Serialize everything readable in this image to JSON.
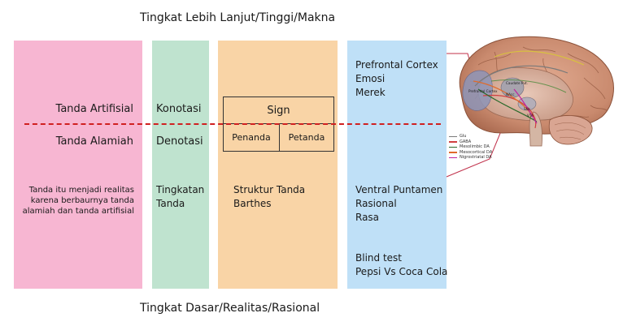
{
  "top_heading": "Tingkat Lebih Lanjut/Tinggi/Makna",
  "bottom_heading": "Tingkat Dasar/Realitas/Rasional",
  "col1": {
    "upper": "Tanda Artifisial",
    "lower": "Tanda Alamiah",
    "desc_line1": "Tanda itu menjadi realitas",
    "desc_line2": "karena berbaurnya tanda",
    "desc_line3": "alamiah dan tanda artifisial"
  },
  "col2": {
    "upper": "Konotasi",
    "lower": "Denotasi",
    "desc_line1": "Tingkatan",
    "desc_line2": "Tanda"
  },
  "col3": {
    "sign": "Sign",
    "penanda": "Penanda",
    "petanda": "Petanda",
    "desc_line1": "Struktur Tanda",
    "desc_line2": "Barthes"
  },
  "col4": {
    "upper_line1": "Prefrontal Cortex",
    "upper_line2": "Emosi",
    "upper_line3": "Merek",
    "mid_line1": "Ventral Puntamen",
    "mid_line2": "Rasional",
    "mid_line3": "Rasa",
    "bottom_line1": "Blind test",
    "bottom_line2": "Pepsi Vs Coca Cola"
  },
  "brain": {
    "labels": {
      "prefrontal": "Prefrontal Cortex",
      "caudate": "Caudate Put.",
      "nacc": "NAcc",
      "vta": "VTA",
      "snc": "SNc"
    },
    "legend": [
      {
        "label": "Glu",
        "color": "#7a7a7a"
      },
      {
        "label": "GABA",
        "color": "#d04040"
      },
      {
        "label": "Mesolimbic DA",
        "color": "#2a6a2a"
      },
      {
        "label": "Mesocortical DA",
        "color": "#e06a2a"
      },
      {
        "label": "Nigrostriatal DA",
        "color": "#c020a0"
      }
    ]
  },
  "colors": {
    "pink": "#f7b6d2",
    "green": "#bfe3cf",
    "orange": "#f9d4a6",
    "blue": "#bfe0f7",
    "dash": "#d02020",
    "pointer": "#c0304a"
  }
}
